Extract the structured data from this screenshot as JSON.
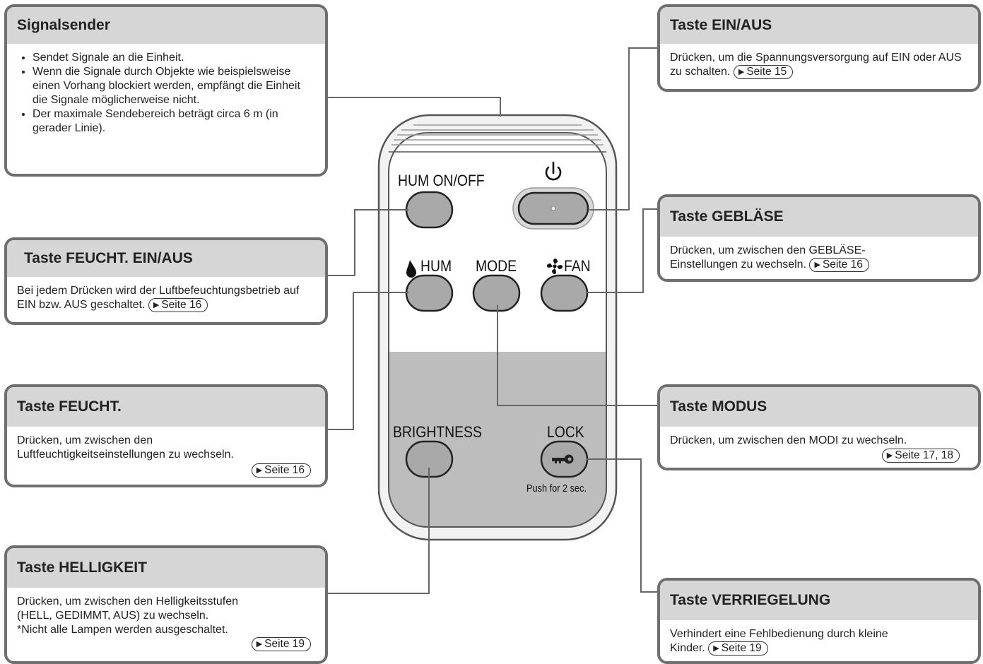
{
  "boxes": {
    "signal": {
      "title": "Signalsender",
      "items": [
        "Sendet Signale an die Einheit.",
        "Wenn die Signale durch Objekte wie beispielsweise einen Vorhang blockiert werden, empfängt die Einheit die Signale möglicherweise nicht.",
        "Der maximale Sendebereich beträgt circa 6 m (in gerader Linie)."
      ]
    },
    "power": {
      "title": "Taste EIN/AUS",
      "text": "Drücken, um die Spannungsversorgung auf EIN oder AUS zu schalten.",
      "ref": "Seite 15"
    },
    "hum_onoff": {
      "title": "Taste FEUCHT. EIN/AUS",
      "text": "Bei jedem Drücken wird der Luftbefeuchtungsbetrieb auf EIN bzw. AUS geschaltet.",
      "ref": "Seite 16"
    },
    "fan": {
      "title": "Taste GEBLÄSE",
      "text": "Drücken, um zwischen den GEBLÄSE-Einstellungen zu wechseln.",
      "ref": "Seite 16"
    },
    "hum": {
      "title": "Taste FEUCHT.",
      "text": "Drücken, um zwischen den Luftfeuchtigkeitseinstellungen zu wechseln.",
      "ref": "Seite 16"
    },
    "mode": {
      "title": "Taste MODUS",
      "text": "Drücken, um zwischen den MODI zu wechseln.",
      "ref": "Seite 17, 18"
    },
    "brightness": {
      "title": "Taste HELLIGKEIT",
      "text": "Drücken, um zwischen den Helligkeitsstufen (HELL, GEDIMMT, AUS) zu wechseln.",
      "note": "*Nicht alle Lampen werden ausgeschaltet.",
      "ref": "Seite 19"
    },
    "lock": {
      "title": "Taste VERRIEGELUNG",
      "text": "Verhindert eine Fehlbedienung durch kleine Kinder.",
      "ref": "Seite 19"
    }
  },
  "remote": {
    "hum_onoff_label": "HUM ON/OFF",
    "power_symbol": "⏻",
    "hum_label": "HUM",
    "mode_label": "MODE",
    "fan_label": "FAN",
    "brightness_label": "BRIGHTNESS",
    "lock_label": "LOCK",
    "lock_hint": "Push for 2 sec."
  },
  "colors": {
    "border": "#6f6f6f",
    "header": "#d6d6d6",
    "remote_lower": "#bdbdbd",
    "button": "#a9a9a9"
  }
}
